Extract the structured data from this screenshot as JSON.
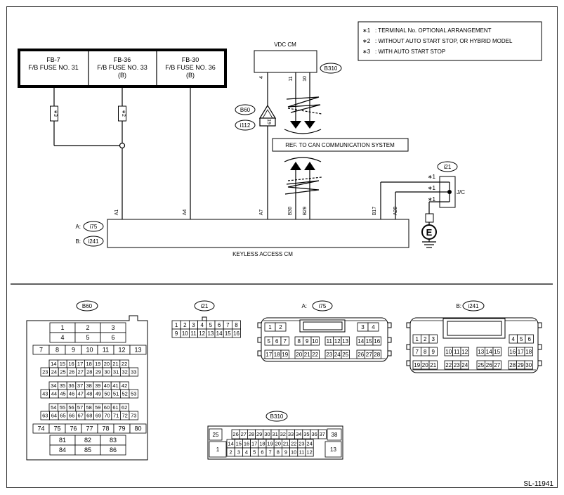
{
  "notes": [
    {
      "mark": "∗1",
      "text": ": TERMINAL No. OPTIONAL ARRANGEMENT"
    },
    {
      "mark": "∗2",
      "text": ": WITHOUT AUTO START STOP, OR HYBRID MODEL"
    },
    {
      "mark": "∗3",
      "text": ": WITH AUTO START STOP"
    }
  ],
  "fuses": [
    {
      "code": "FB-7",
      "name": "F/B FUSE NO. 31",
      "sub": ""
    },
    {
      "code": "FB-36",
      "name": "F/B FUSE NO. 33",
      "sub": "(B)"
    },
    {
      "code": "FB-30",
      "name": "F/B FUSE NO. 36",
      "sub": "(B)"
    }
  ],
  "wire_marks": {
    "star3": "∗3",
    "star2": "∗2"
  },
  "vdc": {
    "label": "VDC CM",
    "connector": "B310",
    "pins": [
      "4",
      "11",
      "10"
    ]
  },
  "pass_through": {
    "connectors": [
      "B60",
      "i112"
    ],
    "pin": "19"
  },
  "can_ref": "REF. TO CAN COMMUNICATION SYSTEM",
  "jc": {
    "connector": "i21",
    "label": "J/C",
    "star": "∗1"
  },
  "ground": "E",
  "keyless": {
    "label": "KEYLESS ACCESS CM",
    "conn_a_label": "A:",
    "conn_a": "i75",
    "conn_b_label": "B:",
    "conn_b": "i241",
    "pins": [
      "A1",
      "A4",
      "A7",
      "B30",
      "B29",
      "B17",
      "A20"
    ]
  },
  "connectors": {
    "b60": {
      "label": "B60",
      "rows": [
        [
          "1",
          "2",
          "3"
        ],
        [
          "4",
          "5",
          "6"
        ],
        [
          "7",
          "8",
          "9",
          "10",
          "11",
          "12",
          "13"
        ],
        [
          "14",
          "15",
          "16",
          "17",
          "18",
          "19",
          "20",
          "21",
          "22"
        ],
        [
          "23",
          "24",
          "25",
          "26",
          "27",
          "28",
          "29",
          "30",
          "31",
          "32",
          "33"
        ],
        [
          "34",
          "35",
          "36",
          "37",
          "38",
          "39",
          "40",
          "41",
          "42"
        ],
        [
          "43",
          "44",
          "45",
          "46",
          "47",
          "48",
          "49",
          "50",
          "51",
          "52",
          "53"
        ],
        [
          "54",
          "55",
          "56",
          "57",
          "58",
          "59",
          "60",
          "61",
          "62"
        ],
        [
          "63",
          "64",
          "65",
          "66",
          "67",
          "68",
          "69",
          "70",
          "71",
          "72",
          "73"
        ],
        [
          "74",
          "75",
          "76",
          "77",
          "78",
          "79",
          "80"
        ],
        [
          "81",
          "82",
          "83"
        ],
        [
          "84",
          "85",
          "86"
        ]
      ]
    },
    "i21": {
      "label": "i21",
      "rows": [
        [
          "1",
          "2",
          "3",
          "4",
          "5",
          "6",
          "7",
          "8"
        ],
        [
          "9",
          "10",
          "11",
          "12",
          "13",
          "14",
          "15",
          "16"
        ]
      ]
    },
    "i75": {
      "prefix": "A:",
      "label": "i75",
      "rows": [
        [
          "1",
          "2",
          "3",
          "4"
        ],
        [
          "5",
          "6",
          "7",
          "8",
          "9",
          "10",
          "11",
          "12",
          "13",
          "14",
          "15",
          "16"
        ],
        [
          "17",
          "18",
          "19",
          "20",
          "21",
          "22",
          "23",
          "24",
          "25",
          "26",
          "27",
          "28"
        ]
      ]
    },
    "i241": {
      "prefix": "B:",
      "label": "i241",
      "rows": [
        [
          "1",
          "2",
          "3",
          "4",
          "5",
          "6"
        ],
        [
          "7",
          "8",
          "9",
          "10",
          "11",
          "12",
          "13",
          "14",
          "15",
          "16",
          "17",
          "18"
        ],
        [
          "19",
          "20",
          "21",
          "22",
          "23",
          "24",
          "25",
          "26",
          "27",
          "28",
          "29",
          "30"
        ]
      ]
    },
    "b310": {
      "label": "B310",
      "cells": [
        "25",
        "26",
        "27",
        "28",
        "29",
        "30",
        "31",
        "32",
        "33",
        "34",
        "35",
        "36",
        "37",
        "38",
        "1",
        "14",
        "15",
        "16",
        "17",
        "18",
        "19",
        "20",
        "21",
        "22",
        "23",
        "24",
        "2",
        "3",
        "4",
        "5",
        "6",
        "7",
        "8",
        "9",
        "10",
        "11",
        "12",
        "13"
      ]
    }
  },
  "figure_id": "SL-11941"
}
